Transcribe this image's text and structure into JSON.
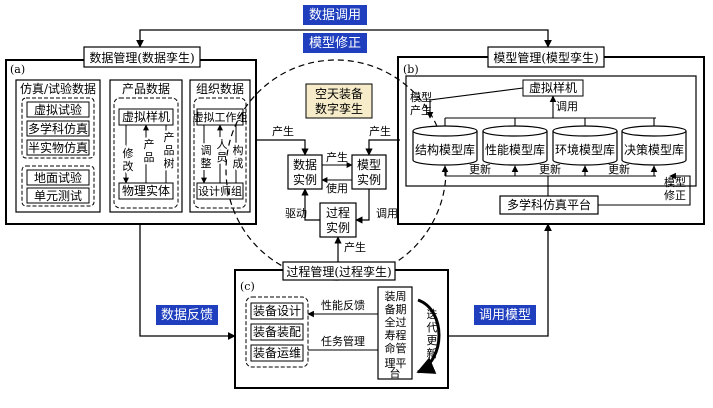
{
  "banners": {
    "data_call": "数据调用",
    "model_fix": "模型修正",
    "data_feedback": "数据反馈",
    "call_model": "调用模型"
  },
  "data_mgmt": {
    "title": "数据管理(数据孪生)",
    "tag": "(a)",
    "sim": {
      "title": "仿真/试验数据",
      "items": [
        "虚拟试验",
        "多学科仿真",
        "半实物仿真",
        "地面试验",
        "单元测试"
      ]
    },
    "product": {
      "title": "产品数据",
      "top": "虚拟样机",
      "bottom": "物理实体",
      "col1": [
        "修",
        "改"
      ],
      "col2": [
        "产",
        "品"
      ],
      "col3": [
        "产",
        "品",
        "树"
      ]
    },
    "org": {
      "title": "组织数据",
      "top": "虚拟工作组",
      "bottom": "设计师组",
      "col1": [
        "调",
        "整"
      ],
      "col2": [
        "人",
        "员"
      ],
      "col3": [
        "构",
        "成"
      ]
    }
  },
  "center": {
    "twin": [
      "空天装备",
      "数字孪生"
    ],
    "data_inst": [
      "数据",
      "实例"
    ],
    "model_inst": [
      "模型",
      "实例"
    ],
    "process_inst": [
      "过程",
      "实例"
    ],
    "produce": "产生",
    "use": "使用",
    "drive": "驱动",
    "invoke": "调用"
  },
  "model_mgmt": {
    "title": "模型管理(模型孪生)",
    "tag": "(b)",
    "virtual": "虚拟样机",
    "gen_label": [
      "模型",
      "产生"
    ],
    "invoke": "调用",
    "libs": [
      "结构模型库",
      "性能模型库",
      "环境模型库",
      "决策模型库"
    ],
    "update": "更新",
    "platform": "多学科仿真平台",
    "fix_label": [
      "模型",
      "修正"
    ]
  },
  "process_mgmt": {
    "title": "过程管理(过程孪生)",
    "tag": "(c)",
    "items": [
      "装备设计",
      "装备装配",
      "装备运维"
    ],
    "perf_feedback": "性能反馈",
    "task_mgmt": "任务管理",
    "lifecycle": [
      "装",
      "备",
      "全",
      "寿",
      "命",
      "周",
      "期",
      "过",
      "程",
      "管",
      "理",
      "平",
      "台"
    ],
    "iterate": [
      "迭",
      "代",
      "更",
      "新"
    ]
  }
}
